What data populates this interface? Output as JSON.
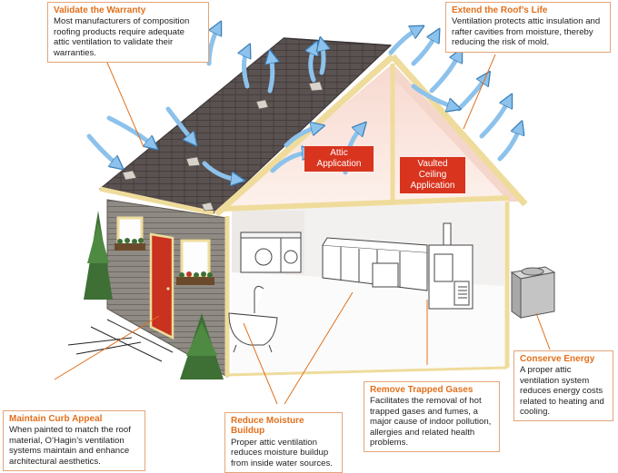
{
  "callouts": {
    "warranty": {
      "title": "Validate the Warranty",
      "text": "Most manufacturers of composition roofing products require adequate attic ventilation to validate their warranties."
    },
    "roof_life": {
      "title": "Extend the Roof’s Life",
      "text": "Ventilation protects attic insulation and rafter cavities from moisture, thereby reducing the risk of mold."
    },
    "energy": {
      "title": "Conserve Energy",
      "text": "A proper attic ventilation system reduces energy costs related to heating and cooling."
    },
    "gases": {
      "title": "Remove Trapped Gases",
      "text": "Facilitates the removal of hot trapped gases and fumes, a major cause of indoor pollution, allergies and related health problems."
    },
    "moisture": {
      "title": "Reduce Moisture Buildup",
      "text": "Proper attic ventilation reduces moisture buildup from inside water sources."
    },
    "curb": {
      "title": "Maintain Curb Appeal",
      "text": "When painted to match the roof material, O’Hagin’s ventilation systems maintain and enhance architectural aesthetics."
    }
  },
  "tags": {
    "attic": "Attic Application",
    "vaulted_line1": "Vaulted Ceiling",
    "vaulted_line2": "Application"
  },
  "colors": {
    "accent": "#e2701c",
    "tag_red": "#d8341e",
    "roof": "#5b5252",
    "siding": "#8d8880",
    "trim": "#efdc9c",
    "door": "#c8321e",
    "arrow": "#8cc2ec",
    "tree": "#3e6f35"
  }
}
